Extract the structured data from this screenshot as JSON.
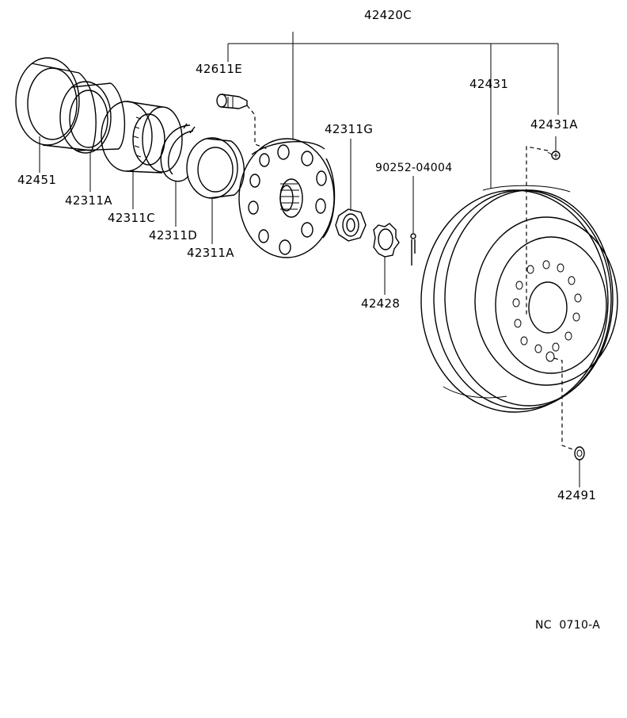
{
  "labels": {
    "assembly": "42420C",
    "hub_bolt": "42611E",
    "disc": "42431",
    "disc_screw": "42431A",
    "nut": "42311G",
    "cotter_pin": "90252-04004",
    "lock_cap": "42428",
    "plug": "42491",
    "outer_seal": "42451",
    "outer_race": "42311A",
    "bearing": "42311C",
    "snap_ring": "42311D",
    "inner_race": "42311A",
    "diagram_code": "NC  0710-A"
  }
}
